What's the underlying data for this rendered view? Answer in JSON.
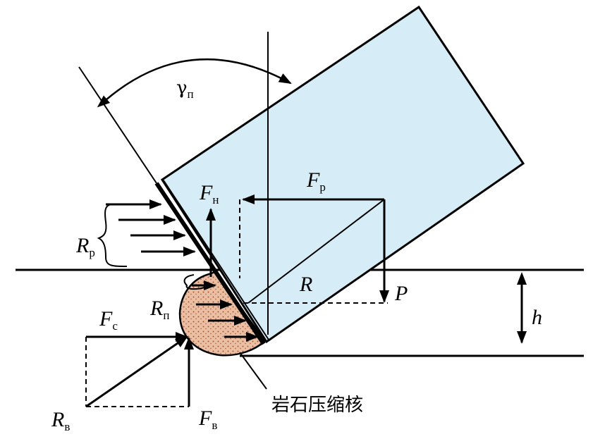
{
  "labels": {
    "gamma": "γ",
    "gamma_sub": "п",
    "fn": "F",
    "fn_sub": "н",
    "fp": "F",
    "fp_sub": "р",
    "rp": "R",
    "rp_sub": "р",
    "r": "R",
    "p": "P",
    "rn": "R",
    "rn_sub": "п",
    "fc": "F",
    "fc_sub": "с",
    "h": "h",
    "rb": "R",
    "rb_sub": "в",
    "fb": "F",
    "fb_sub": "в",
    "core": "岩石压缩核"
  },
  "colors": {
    "tool_fill": "#d6edf8",
    "core_fill": "#e9b99c",
    "core_dots": "#a45a35",
    "stroke": "#000000"
  }
}
